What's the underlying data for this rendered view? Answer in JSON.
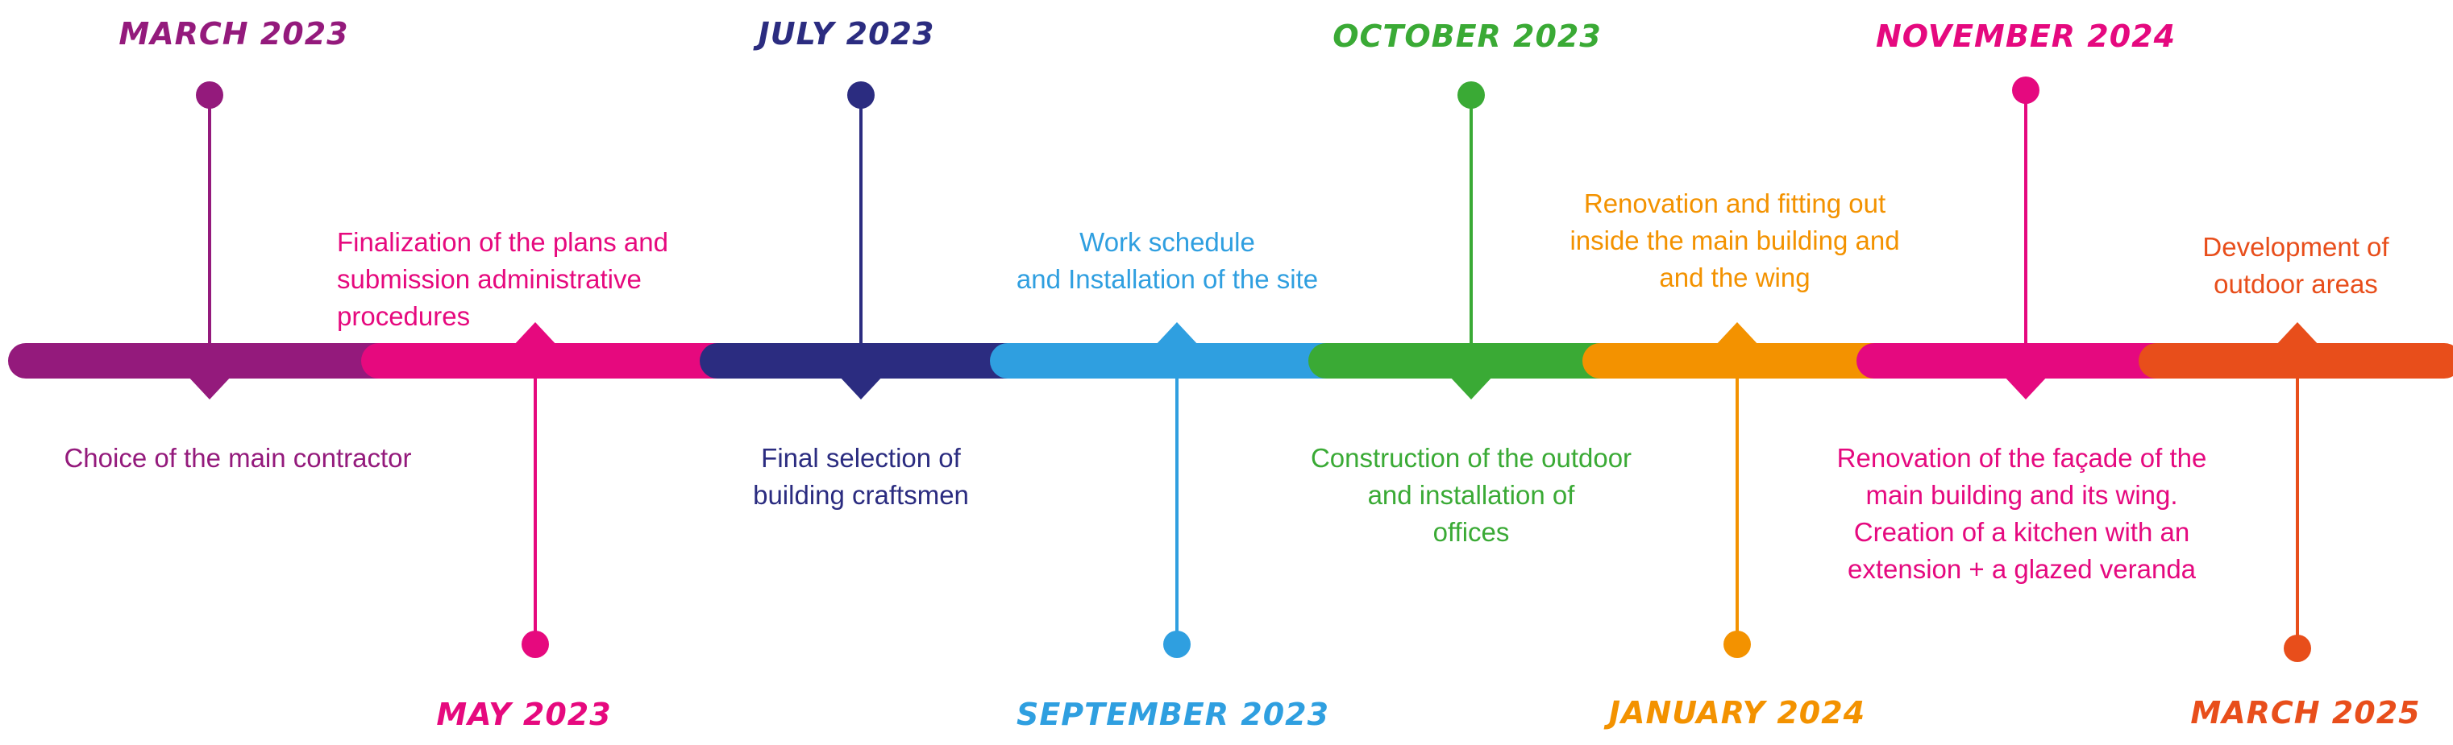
{
  "milestones": [
    {
      "date": "MARCH 2023",
      "color": "#941a7c",
      "side": "above",
      "lines": [
        "Choice of the main contractor"
      ]
    },
    {
      "date": "MAY 2023",
      "color": "#e6097e",
      "side": "below",
      "lines": [
        "Finalization of the plans and",
        "submission administrative",
        "procedures"
      ]
    },
    {
      "date": "JULY 2023",
      "color": "#2b2c80",
      "side": "above",
      "lines": [
        "Final selection of",
        "building craftsmen"
      ]
    },
    {
      "date": "SEPTEMBER 2023",
      "color": "#2f9fe0",
      "side": "below",
      "lines": [
        "Work schedule",
        "and Installation of the site"
      ]
    },
    {
      "date": "OCTOBER 2023",
      "color": "#3aaa35",
      "side": "above",
      "lines": [
        "Construction of the outdoor",
        "and installation of",
        "offices"
      ]
    },
    {
      "date": "JANUARY 2024",
      "color": "#f39200",
      "side": "below",
      "lines": [
        "Renovation and fitting out",
        "inside the main building and",
        "and the wing"
      ]
    },
    {
      "date": "NOVEMBER 2024",
      "color": "#e5097f",
      "side": "above",
      "lines": [
        "Renovation of the façade of the",
        "main building and its wing.",
        "Creation of a kitchen with an",
        "extension + a glazed veranda"
      ]
    },
    {
      "date": "MARCH 2025",
      "color": "#e84e1b",
      "side": "below",
      "lines": [
        "Development of",
        "outdoor areas"
      ]
    }
  ]
}
